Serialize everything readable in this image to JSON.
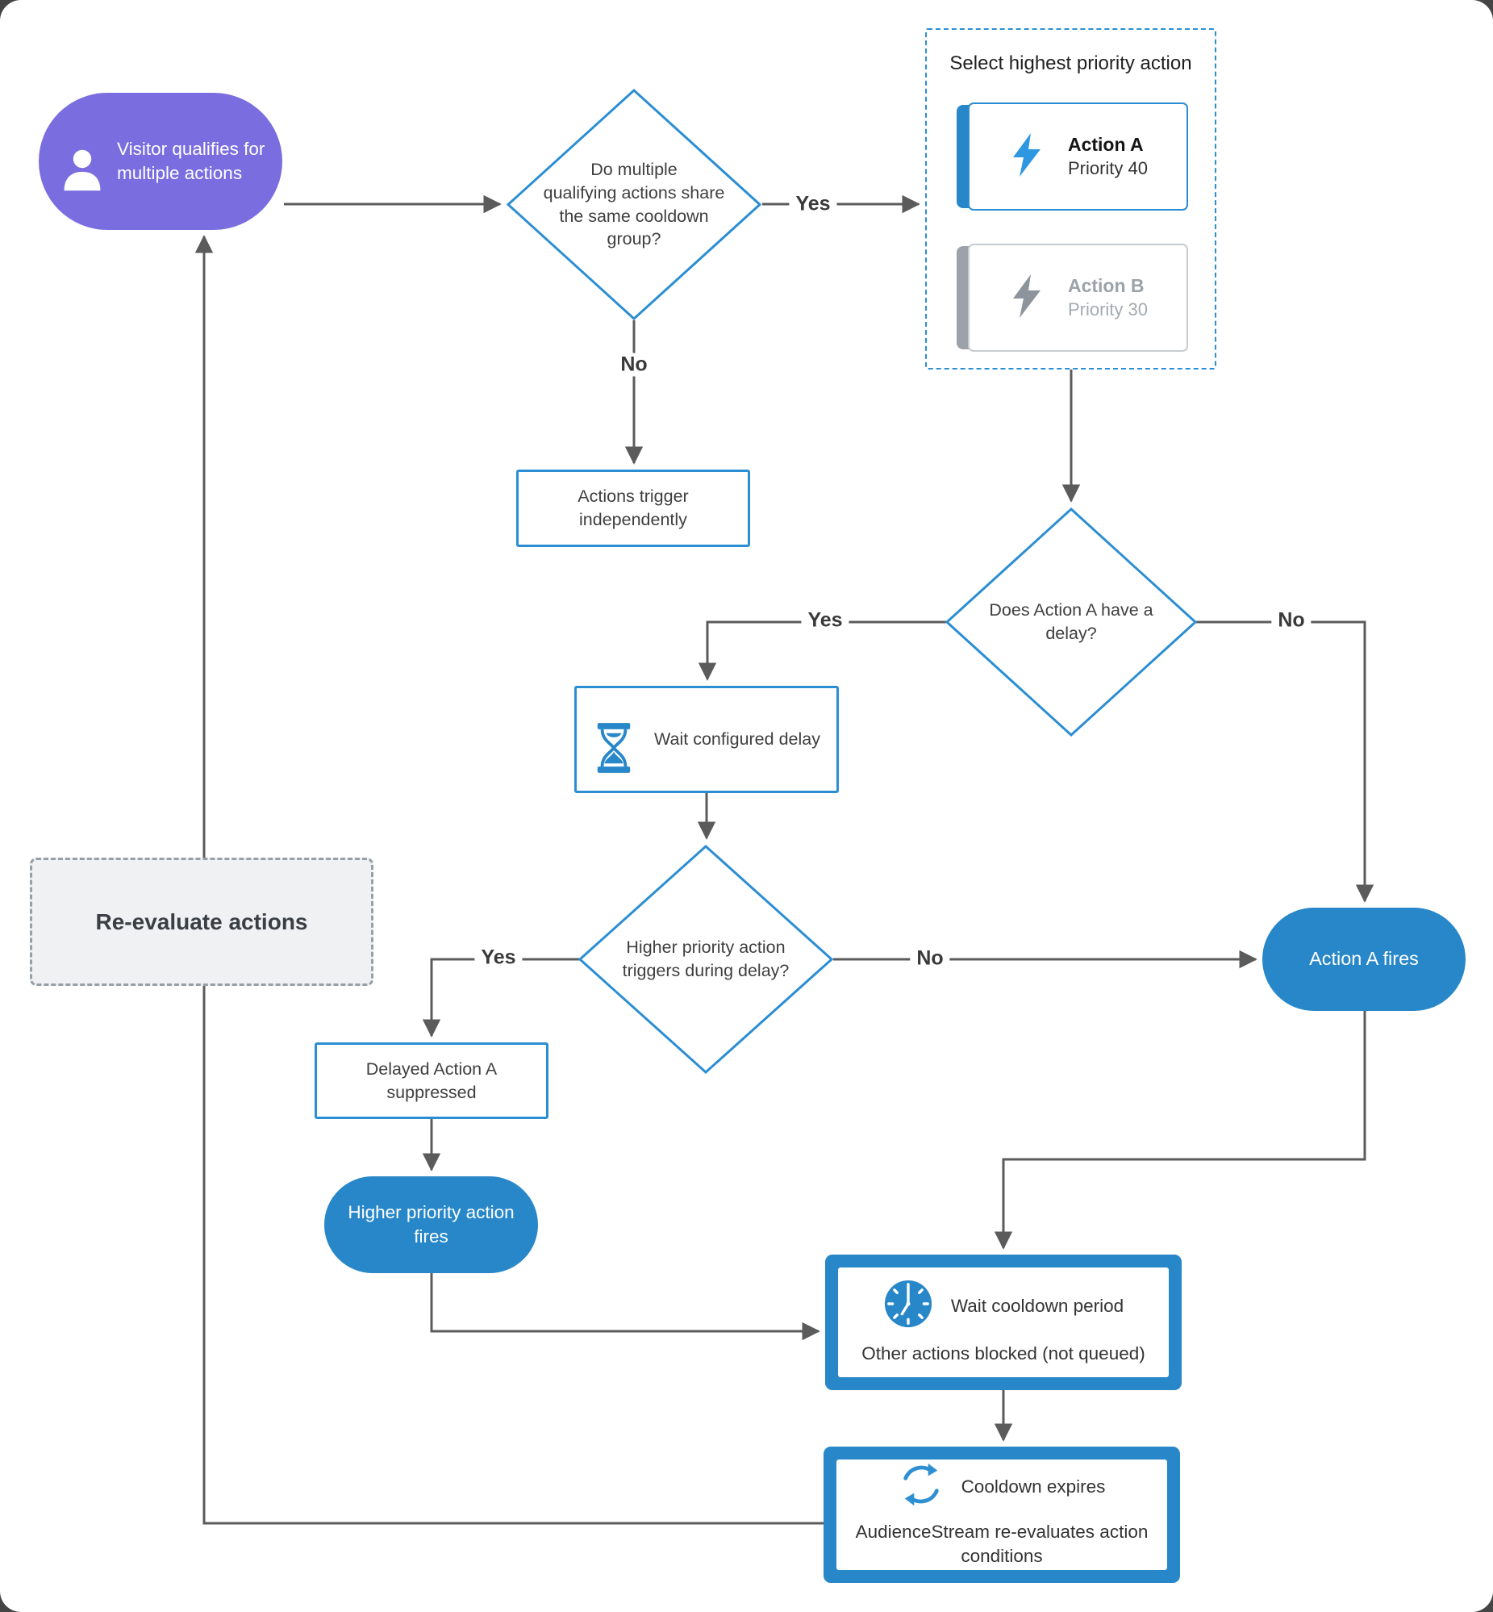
{
  "diagram": {
    "start": {
      "label": "Visitor qualifies for\nmultiple actions"
    },
    "q_cooldown_group": {
      "label": "Do multiple\nqualifying actions share\nthe same cooldown\ngroup?"
    },
    "select_action": {
      "title": "Select highest priority action",
      "cards": [
        {
          "name": "Action A",
          "priority": "Priority 40"
        },
        {
          "name": "Action B",
          "priority": "Priority 30"
        }
      ]
    },
    "independent": {
      "label": "Actions trigger\nindependently"
    },
    "q_delay": {
      "label": "Does Action A have a\ndelay?"
    },
    "wait_delay": {
      "label": "Wait configured delay"
    },
    "q_higher_priority": {
      "label": "Higher priority action\ntriggers during delay?"
    },
    "suppressed": {
      "label": "Delayed Action A\nsuppressed"
    },
    "higher_fires": {
      "label": "Higher priority action\nfires"
    },
    "action_a_fires": {
      "label": "Action A fires"
    },
    "wait_cooldown": {
      "title": "Wait cooldown period",
      "note": "Other actions blocked (not queued)"
    },
    "cooldown_expires": {
      "title": "Cooldown expires",
      "note": "AudienceStream re-evaluates action\nconditions"
    },
    "reevaluate": {
      "label": "Re-evaluate actions"
    },
    "edges": {
      "yes1": "Yes",
      "no1": "No",
      "yes2": "Yes",
      "no2": "No",
      "yes3": "Yes",
      "no3": "No"
    }
  },
  "colors": {
    "accent_blue": "#2787c9",
    "node_border_blue": "#2b8ed3",
    "start_purple": "#7a6ddf",
    "connector_gray": "#5b5b5b",
    "inactive_gray": "#9ba2a9",
    "reevaluate_fill": "#eff1f3"
  }
}
